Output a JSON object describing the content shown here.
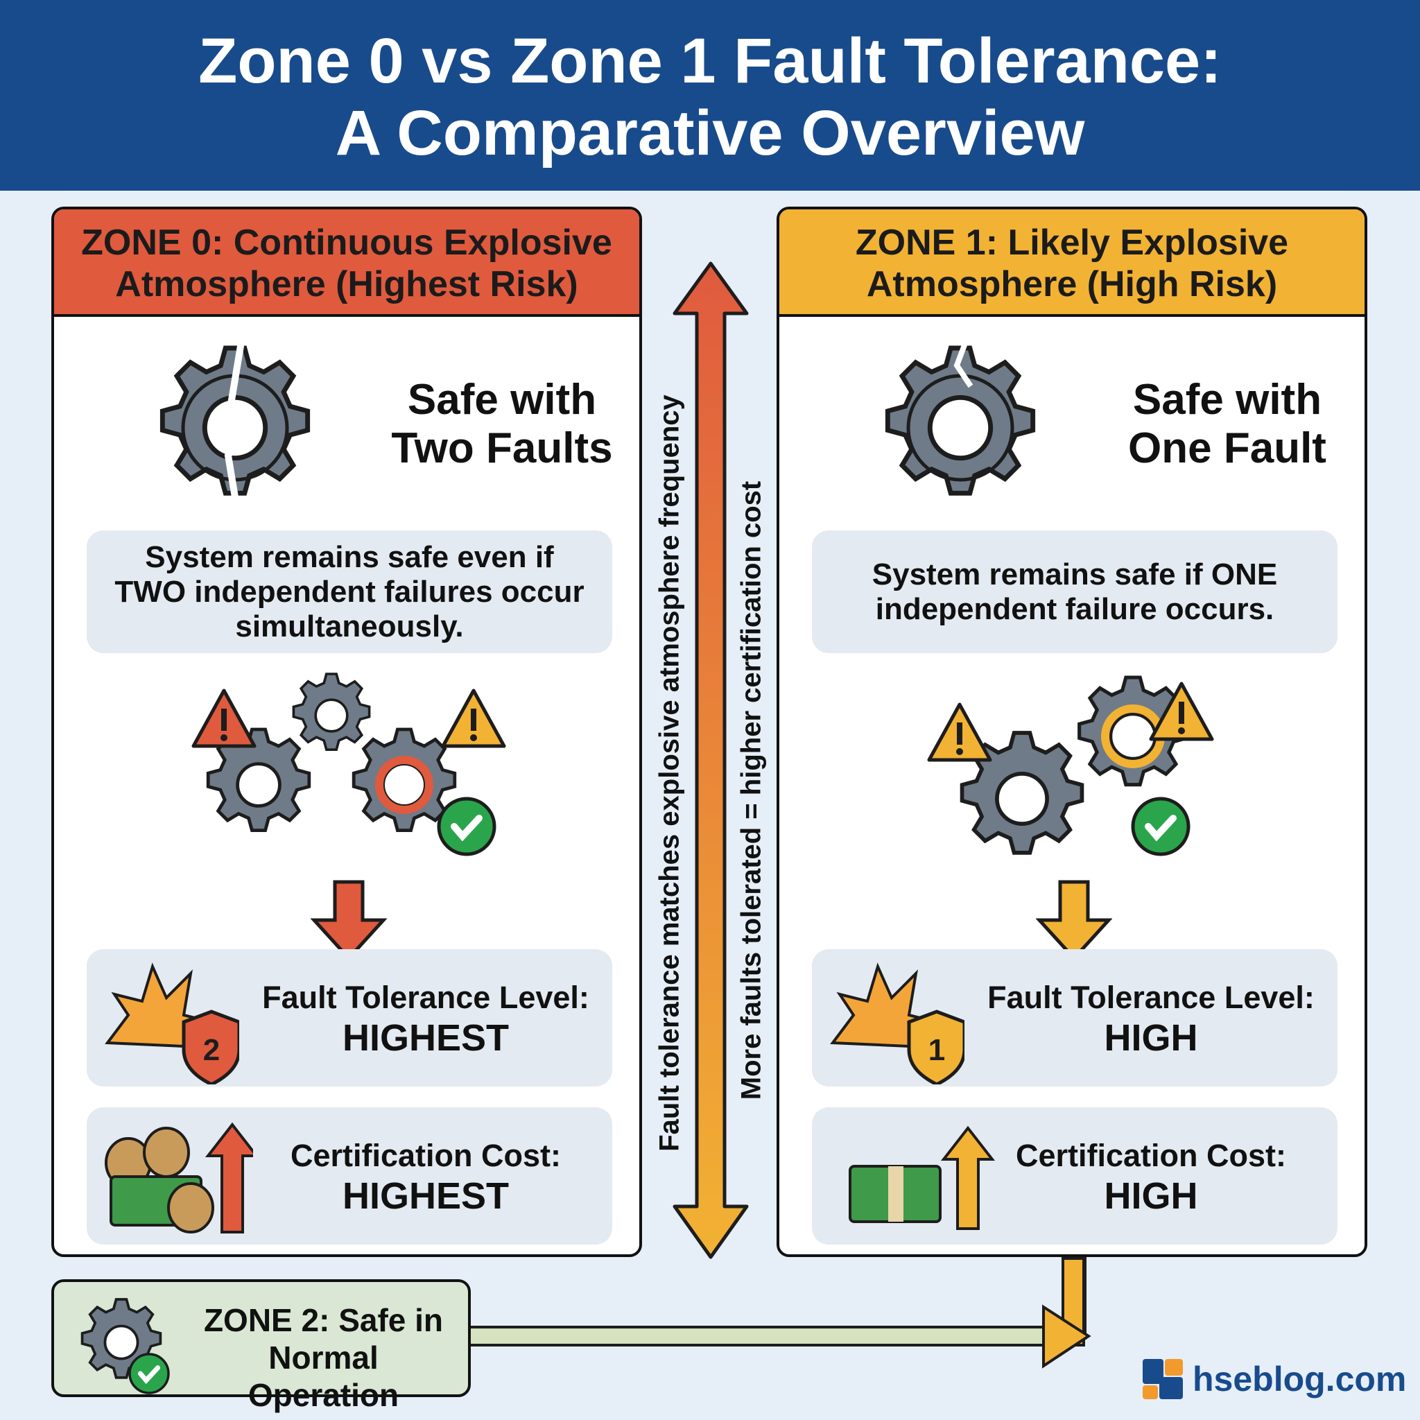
{
  "header": {
    "title_line1": "Zone 0 vs Zone 1 Fault Tolerance:",
    "title_line2": "A Comparative Overview"
  },
  "zone0": {
    "title_line1": "ZONE 0: Continuous Explosive",
    "title_line2": "Atmosphere (Highest Risk)",
    "safe_line1": "Safe with",
    "safe_line2": "Two Faults",
    "description": "System remains safe even if TWO independent failures occur simultaneously.",
    "fault_label": "Fault Tolerance Level:",
    "fault_value": "HIGHEST",
    "fault_badge": "2",
    "cost_label": "Certification Cost:",
    "cost_value": "HIGHEST",
    "color": "#e05a3e"
  },
  "zone1": {
    "title_line1": "ZONE 1: Likely Explosive",
    "title_line2": "Atmosphere (High Risk)",
    "safe_line1": "Safe with",
    "safe_line2": "One Fault",
    "description": "System remains safe if ONE independent failure occurs.",
    "fault_label": "Fault Tolerance Level:",
    "fault_value": "HIGH",
    "fault_badge": "1",
    "cost_label": "Certification Cost:",
    "cost_value": "HIGH",
    "color": "#f2b233"
  },
  "center": {
    "text1": "Fault tolerance matches explosive atmosphere frequency",
    "text2": "More faults tolerated = higher certification cost"
  },
  "zone2": {
    "line1": "ZONE 2: Safe in",
    "line2": "Normal Operation"
  },
  "logo": {
    "text": "hseblog.com"
  }
}
